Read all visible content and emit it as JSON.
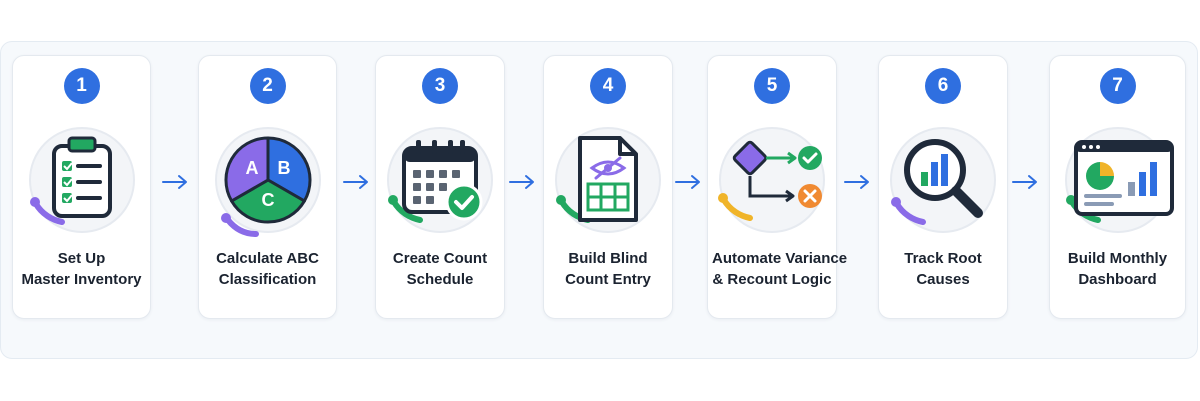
{
  "colors": {
    "accent": "#2f6fe0",
    "green": "#22a861",
    "purple": "#8a6be8",
    "orange": "#f08a32",
    "dark": "#1f2a3a"
  },
  "steps": [
    {
      "number": "1",
      "line1": "Set Up",
      "line2": "Master Inventory",
      "icon": "clipboard-checklist-icon"
    },
    {
      "number": "2",
      "line1": "Calculate ABC",
      "line2": "Classification",
      "icon": "abc-pie-chart-icon"
    },
    {
      "number": "3",
      "line1": "Create Count",
      "line2": "Schedule",
      "icon": "calendar-check-icon"
    },
    {
      "number": "4",
      "line1": "Build Blind",
      "line2": "Count Entry",
      "icon": "hidden-document-icon"
    },
    {
      "number": "5",
      "line1": "Automate Variance",
      "line2": "& Recount Logic",
      "icon": "decision-flow-icon"
    },
    {
      "number": "6",
      "line1": "Track Root",
      "line2": "Causes",
      "icon": "magnifier-chart-icon"
    },
    {
      "number": "7",
      "line1": "Build Monthly",
      "line2": "Dashboard",
      "icon": "dashboard-window-icon"
    }
  ],
  "pie_letters": [
    "A",
    "B",
    "C"
  ],
  "arrow_icon": "right-arrow-icon"
}
